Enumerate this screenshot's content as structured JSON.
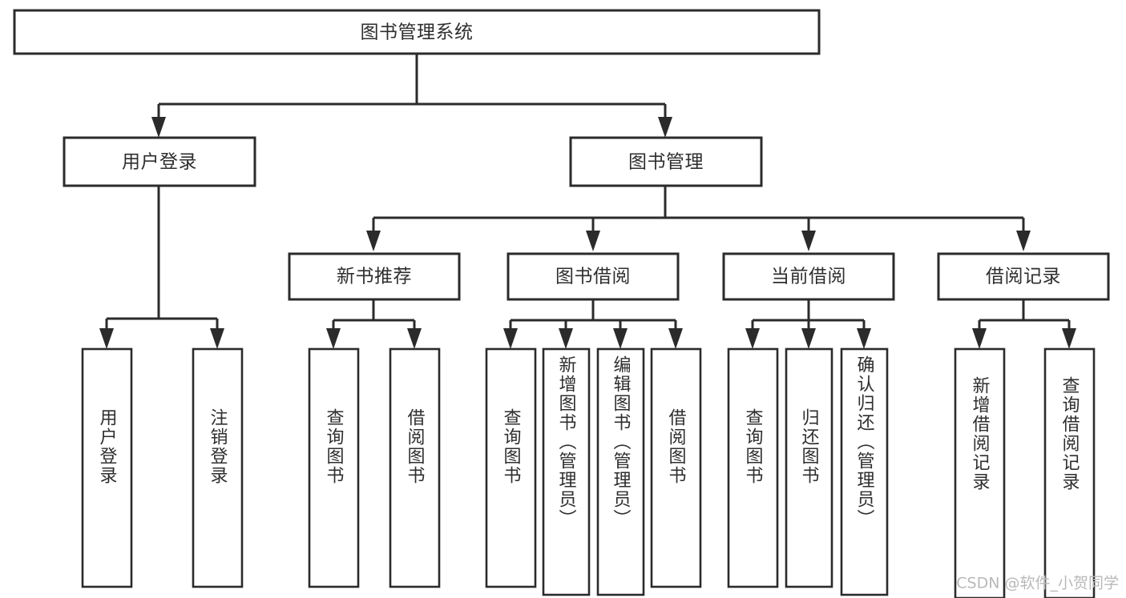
{
  "diagram": {
    "title": "图书管理系统",
    "type": "功能结构图",
    "colors": {
      "background": "#ffffff",
      "box_fill": "#ffffff",
      "box_stroke": "#2b2b2b",
      "connector": "#2b2b2b",
      "text": "#2e2e2e",
      "watermark": "#b9b9b9"
    },
    "root": {
      "label": "图书管理系统",
      "orientation": "horizontal"
    },
    "level2": [
      {
        "label": "用户登录",
        "orientation": "horizontal"
      },
      {
        "label": "图书管理",
        "orientation": "horizontal"
      }
    ],
    "level3": [
      {
        "label": "新书推荐",
        "orientation": "horizontal"
      },
      {
        "label": "图书借阅",
        "orientation": "horizontal"
      },
      {
        "label": "当前借阅",
        "orientation": "horizontal"
      },
      {
        "label": "借阅记录",
        "orientation": "horizontal"
      }
    ],
    "leaves": {
      "user_login": [
        {
          "label": "用户登录",
          "orientation": "vertical"
        },
        {
          "label": "注销登录",
          "orientation": "vertical"
        }
      ],
      "new_book_recommend": [
        {
          "label": "查询图书",
          "orientation": "vertical"
        },
        {
          "label": "借阅图书",
          "orientation": "vertical"
        }
      ],
      "book_borrow": [
        {
          "label": "查询图书",
          "orientation": "vertical"
        },
        {
          "label": "新增图书（管理员）",
          "orientation": "vertical"
        },
        {
          "label": "编辑图书（管理员）",
          "orientation": "vertical"
        },
        {
          "label": "借阅图书",
          "orientation": "vertical"
        }
      ],
      "current_borrow": [
        {
          "label": "查询图书",
          "orientation": "vertical"
        },
        {
          "label": "归还图书",
          "orientation": "vertical"
        },
        {
          "label": "确认归还（管理员）",
          "orientation": "vertical"
        }
      ],
      "borrow_record": [
        {
          "label": "新增借阅记录",
          "orientation": "vertical"
        },
        {
          "label": "查询借阅记录",
          "orientation": "vertical"
        }
      ]
    }
  },
  "watermark": {
    "text": "CSDN @软件_小贺同学"
  }
}
